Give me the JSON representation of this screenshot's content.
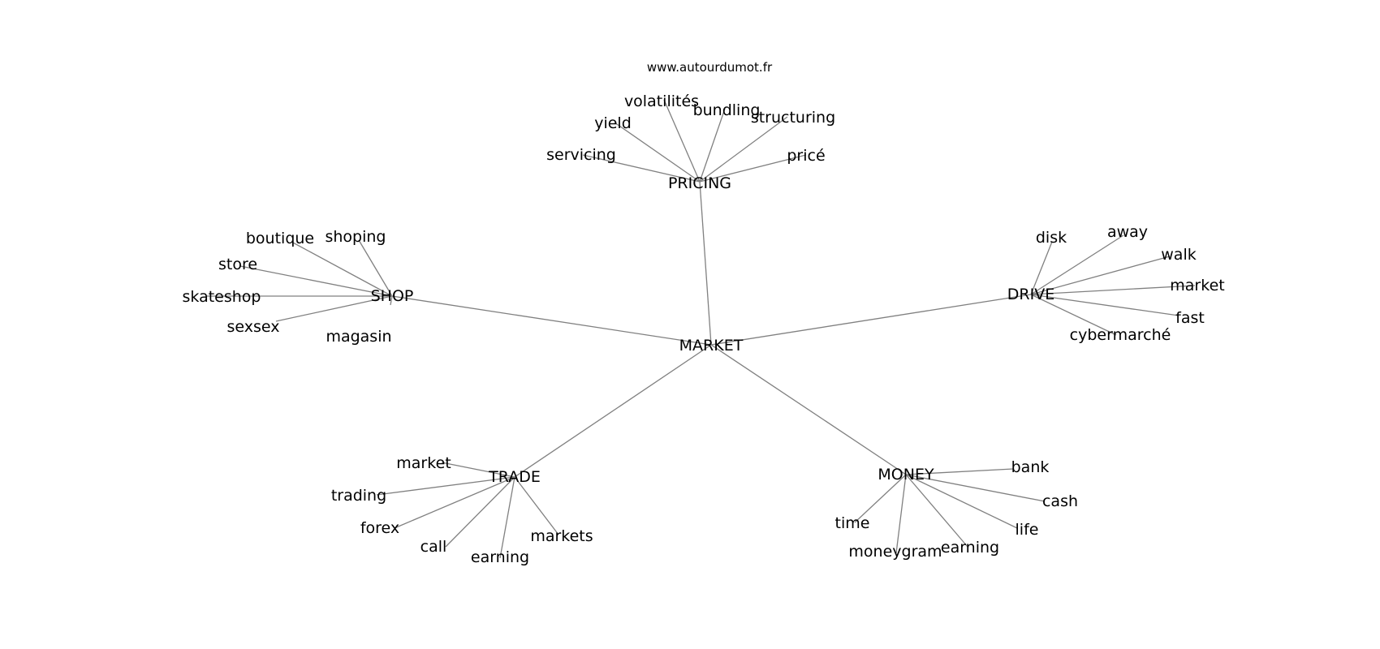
{
  "site": "www.autourdumot.fr",
  "colors": {
    "edge": "#808080",
    "text": "#000000",
    "background": "#ffffff"
  },
  "graph": {
    "center": "MARKET",
    "clusters": [
      {
        "hub": "PRICING",
        "leaves": [
          "volatilités",
          "bundling",
          "yield",
          "structuring",
          "servicing",
          "pricé"
        ]
      },
      {
        "hub": "SHOP",
        "leaves": [
          "boutique",
          "shoping",
          "store",
          "skateshop",
          "sexsex",
          "magasin"
        ]
      },
      {
        "hub": "DRIVE",
        "leaves": [
          "disk",
          "away",
          "walk",
          "market",
          "fast",
          "cybermarché"
        ]
      },
      {
        "hub": "TRADE",
        "leaves": [
          "market",
          "trading",
          "forex",
          "call",
          "earning",
          "markets"
        ]
      },
      {
        "hub": "MONEY",
        "leaves": [
          "bank",
          "cash",
          "time",
          "life",
          "moneygram",
          "earning"
        ]
      }
    ]
  }
}
